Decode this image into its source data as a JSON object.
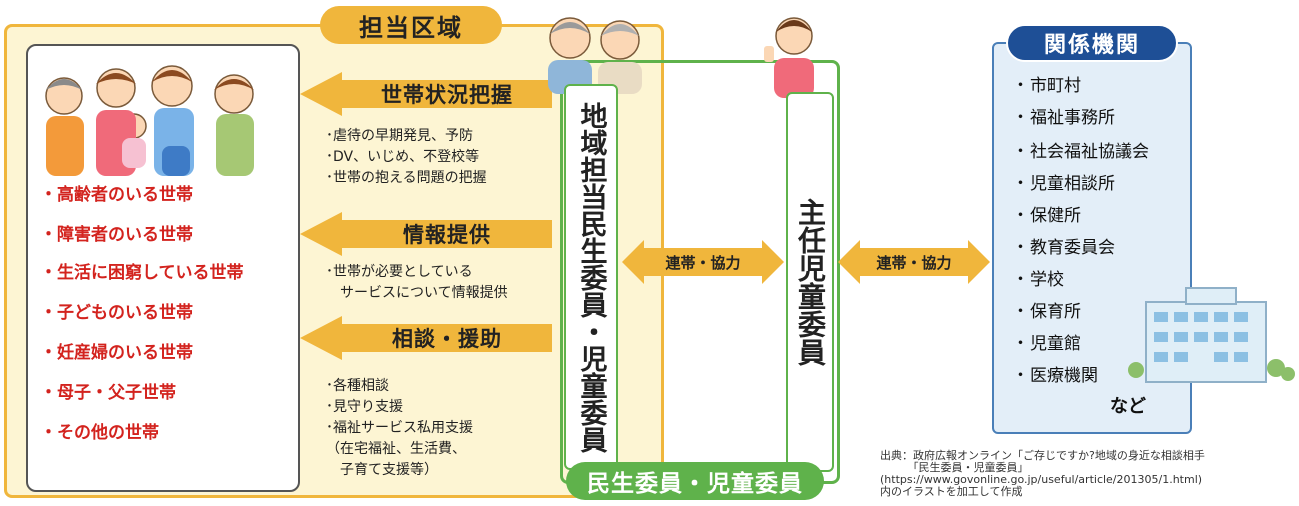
{
  "area": {
    "label": "担当区域"
  },
  "households": {
    "items": [
      "・高齢者のいる世帯",
      "・障害者のいる世帯",
      "・生活に困窮している世帯",
      "・子どものいる世帯",
      "・妊産婦のいる世帯",
      "・母子・父子世帯",
      "・その他の世帯"
    ],
    "color": "#d3231e"
  },
  "activities": [
    {
      "label": "世帯状況把握",
      "details": [
        "･虐待の早期発見、予防",
        "･DV、いじめ、不登校等",
        "･世帯の抱える問題の把握"
      ]
    },
    {
      "label": "情報提供",
      "details": [
        "･世帯が必要としている",
        "　サービスについて情報提供"
      ]
    },
    {
      "label": "相談・援助",
      "details": [
        "･各種相談",
        "･見守り支援",
        "･福祉サービス私用支援",
        "（在宅福祉、生活費、",
        "　子育て支援等）"
      ]
    }
  ],
  "committee": {
    "local": "地域担当民生委員・児童委員",
    "chief": "主任児童委員",
    "label": "民生委員・児童委員"
  },
  "cooperation": {
    "label": "連帯・協力"
  },
  "agencies": {
    "label": "関係機関",
    "dot": "・",
    "items": [
      "市町村",
      "福祉事務所",
      "社会福祉協議会",
      "児童相談所",
      "保健所",
      "教育委員会",
      "学校",
      "保育所",
      "児童館",
      "医療機関"
    ],
    "etc": "など"
  },
  "source": {
    "lines": [
      "出典：政府広報オンライン「ご存じですか?地域の身近な相談相手",
      "　　　「民生委員・児童委員」",
      "(https://www.govonline.go.jp/useful/article/201305/1.html)",
      "内のイラストを加工して作成"
    ]
  },
  "colors": {
    "orange": "#f0b63c",
    "green": "#5fb24b",
    "navy": "#1e4f96",
    "red": "#d3231e"
  }
}
